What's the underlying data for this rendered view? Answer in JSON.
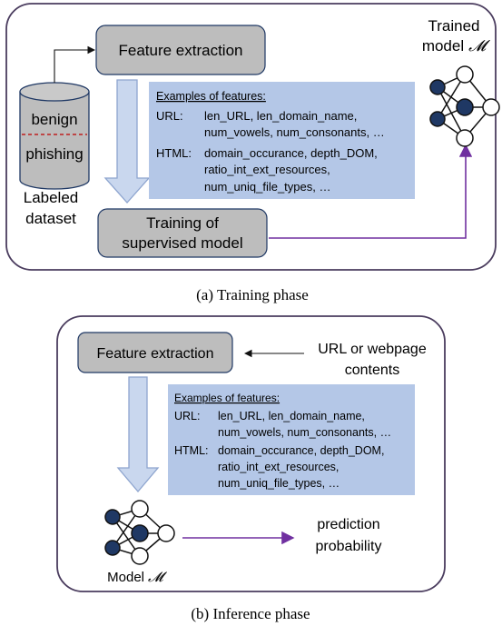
{
  "training": {
    "caption": "(a) Training phase",
    "feature_box": "Feature extraction",
    "training_box_line1": "Training of",
    "training_box_line2": "supervised model",
    "db_top": "benign",
    "db_bottom": "phishing",
    "db_label_line1": "Labeled",
    "db_label_line2": "dataset",
    "model_label_line1": "Trained",
    "model_label_line2": "model",
    "model_symbol": "𝓜",
    "features": {
      "title": "Examples of features:",
      "url_key": "URL:",
      "url_line1": "len_URL, len_domain_name,",
      "url_line2": "num_vowels, num_consonants, …",
      "html_key": "HTML:",
      "html_line1": "domain_occurance, depth_DOM,",
      "html_line2": "ratio_int_ext_resources,",
      "html_line3": "num_uniq_file_types, …"
    }
  },
  "inference": {
    "caption": "(b) Inference phase",
    "feature_box": "Feature extraction",
    "input_line1": "URL or webpage",
    "input_line2": "contents",
    "output_line1": "prediction",
    "output_line2": "probability",
    "model_label": "Model",
    "model_symbol": "𝓜",
    "features": {
      "title": "Examples of features:",
      "url_key": "URL:",
      "url_line1": "len_URL, len_domain_name,",
      "url_line2": "num_vowels, num_consonants, …",
      "html_key": "HTML:",
      "html_line1": "domain_occurance, depth_DOM,",
      "html_line2": "ratio_int_ext_resources,",
      "html_line3": "num_uniq_file_types, …"
    }
  },
  "colors": {
    "panel_border": "#4a3c5e",
    "gray_box": "#bdbdbd",
    "blue_box": "#b4c7e7",
    "arrow_fill": "#c9d7ee",
    "arrow_stroke": "#8ea5cf",
    "purple": "#7030a0",
    "node_dark": "#1f3864",
    "db_red": "#c00000"
  }
}
